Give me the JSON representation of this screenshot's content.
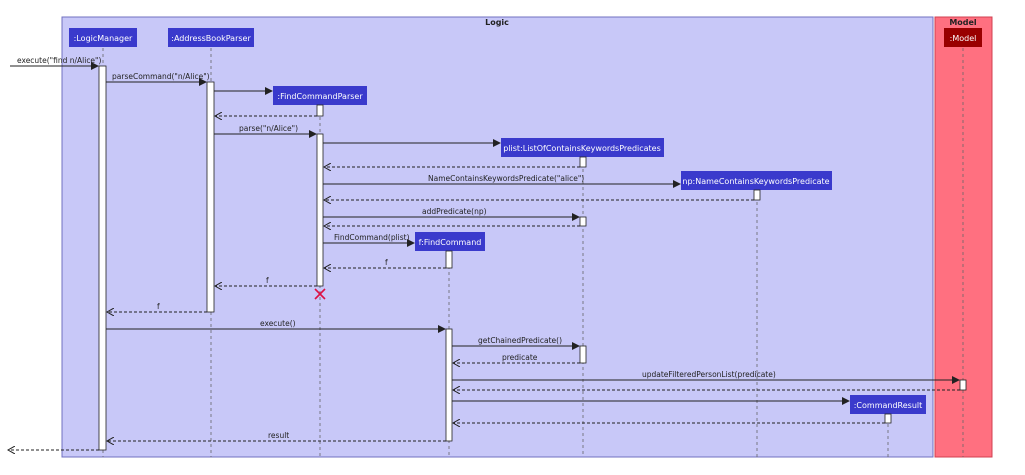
{
  "frames": {
    "logic": {
      "title": "Logic",
      "fill": "#c8c8f8",
      "stroke": "#7070c0"
    },
    "model": {
      "title": "Model",
      "fill": "#ff7080",
      "stroke": "#d04050"
    }
  },
  "participants": {
    "logic_manager": ":LogicManager",
    "address_book_parser": ":AddressBookParser",
    "find_command_parser": ":FindCommandParser",
    "plist": "plist:ListOfContainsKeywordsPredicates",
    "np": "np:NameContainsKeywordsPredicate",
    "find_command": "f:FindCommand",
    "command_result": ":CommandResult",
    "model": ":Model"
  },
  "messages": {
    "execute_find": "execute(\"find n/Alice\")",
    "parse_command": "parseCommand(\"n/Alice\")",
    "parse": "parse(\"n/Alice\")",
    "name_predicate": "NameContainsKeywordsPredicate(\"alice\")",
    "add_predicate": "addPredicate(np)",
    "find_command": "FindCommand(plist)",
    "return_f1": "f",
    "return_f2": "f",
    "return_f3": "f",
    "execute": "execute()",
    "get_chained": "getChainedPredicate()",
    "return_predicate": "predicate",
    "update_filtered": "updateFilteredPersonList(predicate)",
    "return_result": "result"
  },
  "colors": {
    "participant_blue": "#3a3acc",
    "participant_model": "#990000",
    "destroy_marker": "#dd1144"
  }
}
